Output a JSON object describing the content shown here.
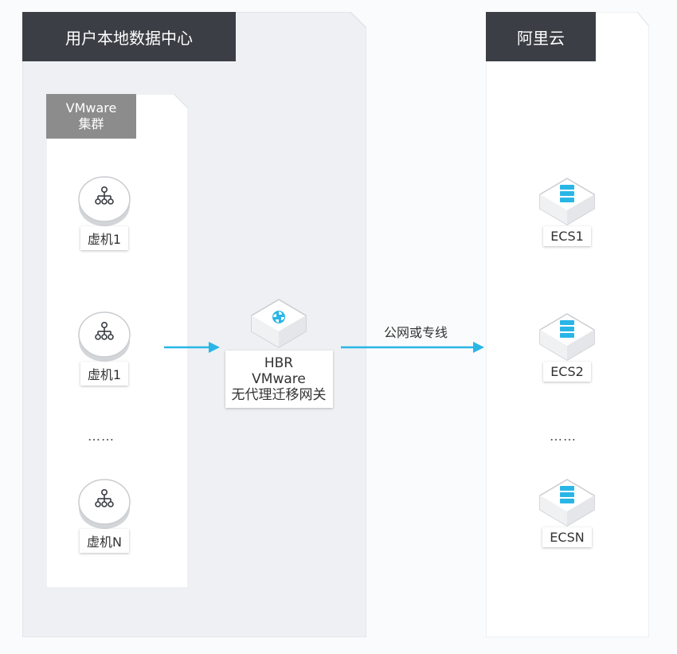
{
  "local_dc": {
    "title": "用户本地数据中心",
    "cluster": {
      "title_line1": "VMware",
      "title_line2": "集群",
      "vms": [
        {
          "label": "虚机1",
          "icon": "vm-network-icon"
        },
        {
          "label": "虚机1",
          "icon": "vm-network-icon"
        },
        {
          "label": "虚机N",
          "icon": "vm-network-icon"
        }
      ],
      "ellipsis": "……"
    }
  },
  "gateway": {
    "line1": "HBR",
    "line2": "VMware",
    "line3": "无代理迁移网关",
    "icon": "hbr-gateway-icon"
  },
  "link": {
    "label": "公网或专线"
  },
  "cloud": {
    "title": "阿里云",
    "instances": [
      {
        "label": "ECS1",
        "icon": "ecs-server-icon"
      },
      {
        "label": "ECS2",
        "icon": "ecs-server-icon"
      },
      {
        "label": "ECSN",
        "icon": "ecs-server-icon"
      }
    ],
    "ellipsis": "……"
  },
  "colors": {
    "arrow": "#29b6e6",
    "title_bg": "#3b3f45",
    "cluster_bg": "#8c8c8c",
    "panel_bg": "#eef0f3"
  }
}
